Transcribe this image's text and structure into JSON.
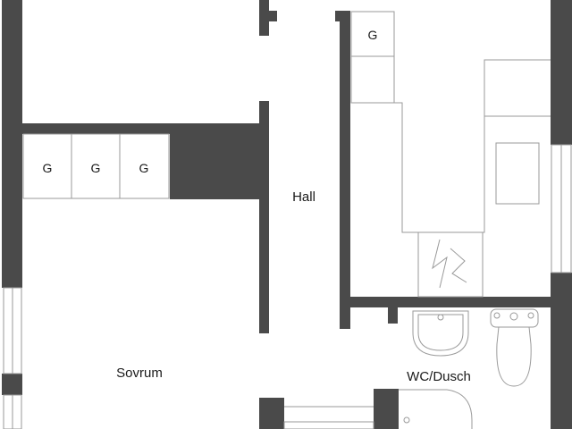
{
  "rooms": {
    "hall": "Hall",
    "sovrum": "Sovrum",
    "wc": "WC/Dusch"
  },
  "wardrobes": {
    "g1": "G",
    "g2": "G",
    "g3": "G",
    "g4": "G"
  },
  "colors": {
    "wall": "#4a4a4a",
    "line": "#9a9a9a",
    "background": "#ffffff"
  }
}
